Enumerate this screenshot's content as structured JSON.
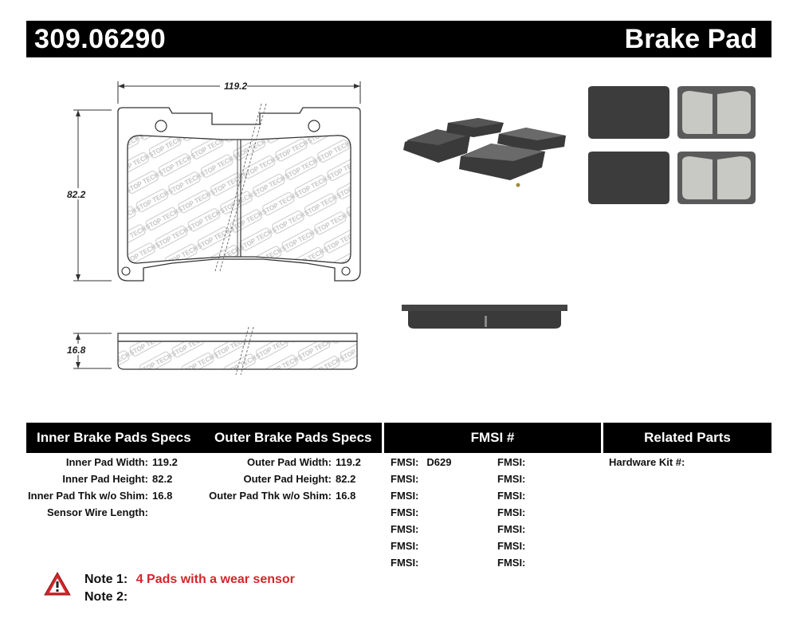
{
  "header": {
    "part_number": "309.06290",
    "product_type": "Brake Pad"
  },
  "drawing": {
    "width_dim": "119.2",
    "height_dim": "82.2",
    "thickness_dim": "16.8",
    "watermark": "STOP TECH"
  },
  "specs": {
    "inner_title": "Inner Brake Pads Specs",
    "outer_title": "Outer Brake Pads Specs",
    "fmsi_title": "FMSI #",
    "related_title": "Related Parts",
    "inner": [
      {
        "label": "Inner Pad Width:",
        "value": "119.2"
      },
      {
        "label": "Inner Pad Height:",
        "value": "82.2"
      },
      {
        "label": "Inner Pad Thk w/o Shim:",
        "value": "16.8"
      },
      {
        "label": "Sensor Wire Length:",
        "value": ""
      }
    ],
    "outer": [
      {
        "label": "Outer Pad Width:",
        "value": "119.2"
      },
      {
        "label": "Outer Pad Height:",
        "value": "82.2"
      },
      {
        "label": "Outer Pad Thk w/o Shim:",
        "value": "16.8"
      }
    ],
    "fmsi_left": [
      {
        "label": "FMSI:",
        "value": "D629"
      },
      {
        "label": "FMSI:",
        "value": ""
      },
      {
        "label": "FMSI:",
        "value": ""
      },
      {
        "label": "FMSI:",
        "value": ""
      },
      {
        "label": "FMSI:",
        "value": ""
      },
      {
        "label": "FMSI:",
        "value": ""
      },
      {
        "label": "FMSI:",
        "value": ""
      }
    ],
    "fmsi_right": [
      {
        "label": "FMSI:",
        "value": ""
      },
      {
        "label": "FMSI:",
        "value": ""
      },
      {
        "label": "FMSI:",
        "value": ""
      },
      {
        "label": "FMSI:",
        "value": ""
      },
      {
        "label": "FMSI:",
        "value": ""
      },
      {
        "label": "FMSI:",
        "value": ""
      },
      {
        "label": "FMSI:",
        "value": ""
      }
    ],
    "hardware_label": "Hardware Kit #:"
  },
  "notes": {
    "note1_label": "Note 1:",
    "note1_text": "4 Pads with a wear sensor",
    "note2_label": "Note 2:",
    "note2_text": "",
    "warning_color": "#d3262b"
  },
  "colors": {
    "header_bg": "#000000",
    "pad_dark": "#3c3c3c",
    "pad_light": "#c8c8c4"
  }
}
